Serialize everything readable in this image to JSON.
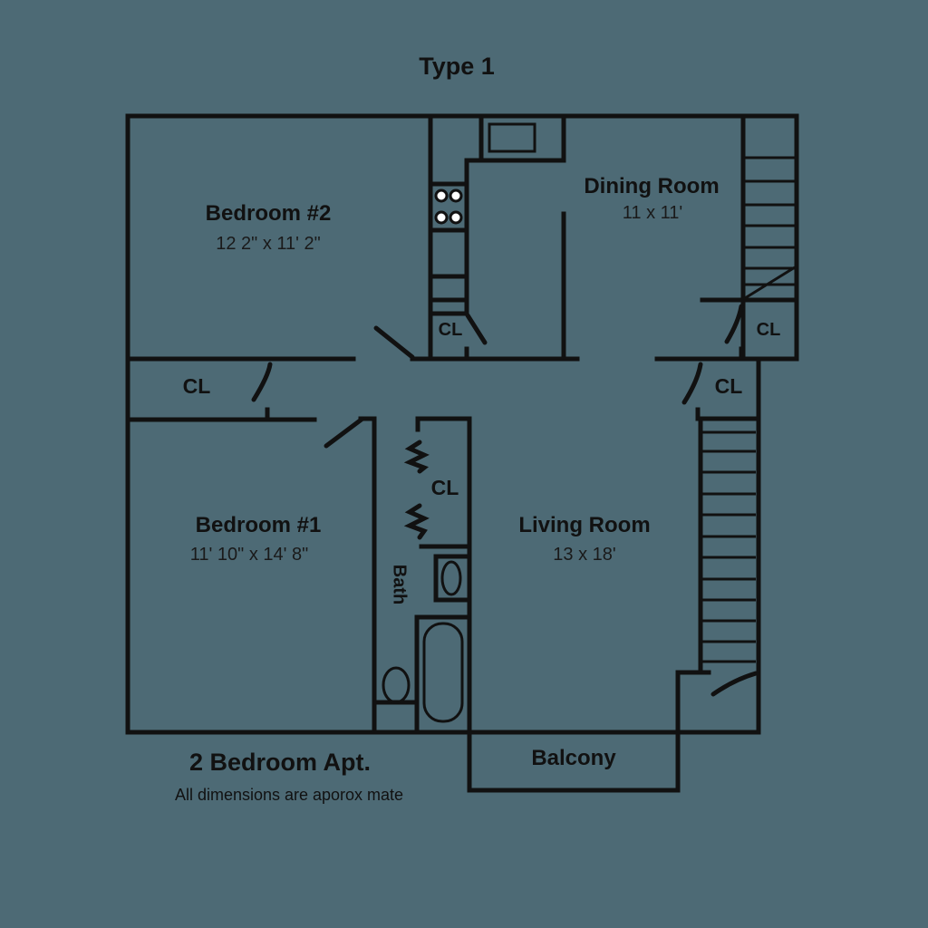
{
  "title": "Type 1",
  "rooms": {
    "bedroom2": {
      "name": "Bedroom #2",
      "dimensions": "12 2\" x 11' 2\""
    },
    "dining": {
      "name": "Dining Room",
      "dimensions": "11 x 11'"
    },
    "bedroom1": {
      "name": "Bedroom #1",
      "dimensions": "11' 10\" x 14' 8\""
    },
    "living": {
      "name": "Living Room",
      "dimensions": "13 x 18'"
    },
    "balcony": {
      "name": "Balcony"
    },
    "bath": {
      "name": "Bath"
    }
  },
  "closets": {
    "kitchen": "CL",
    "dining_stair": "CL",
    "hall_left": "CL",
    "living_top": "CL",
    "hall_linen": "CL"
  },
  "footer": {
    "title": "2 Bedroom Apt.",
    "note": "All dimensions are aporox mate"
  },
  "colors": {
    "background": "#4d6a75",
    "walls": "#111111"
  }
}
